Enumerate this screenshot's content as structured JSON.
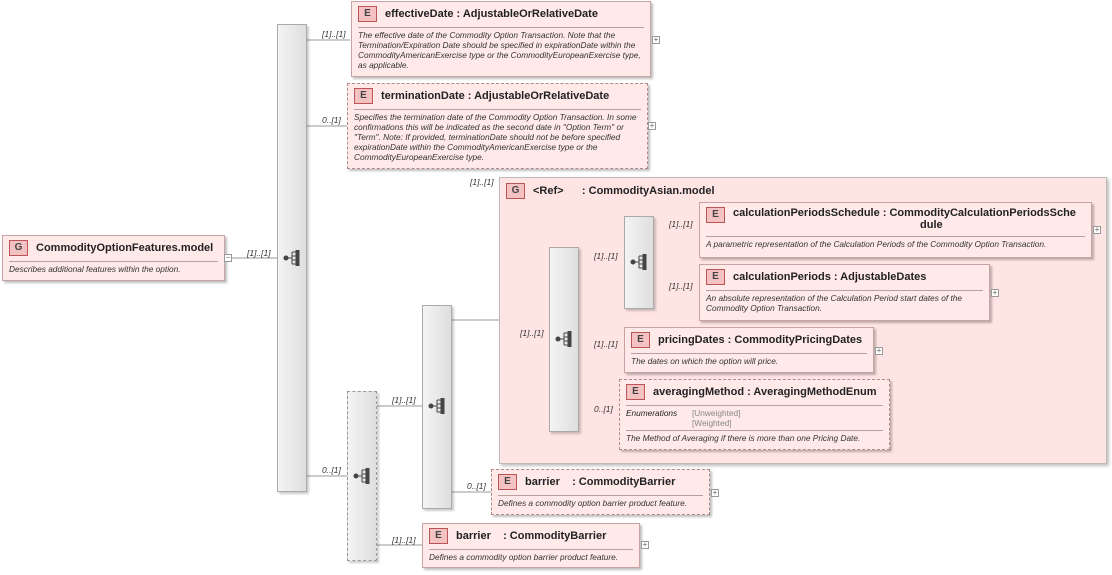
{
  "root": {
    "badge": "G",
    "title": "CommodityOptionFeatures.model",
    "doc": "Describes additional features within the option."
  },
  "elements": {
    "effective_date": {
      "badge": "E",
      "title": "effectiveDate : AdjustableOrRelativeDate",
      "doc": "The effective date of the Commodity Option Transaction. Note that the Termination/Expiration Date should be specified in expirationDate within the CommodityAmericanExercise type or the CommodityEuropeanExercise type, as applicable."
    },
    "termination_date": {
      "badge": "E",
      "title": "terminationDate : AdjustableOrRelativeDate",
      "doc": "Specifies the termination date of the Commodity Option Transaction. In some confirmations this will be indicated as the second date in \"Option Term\" or \"Term\". Note: If provided, terminationDate should not be before specified expirationDate within the CommodityAmericanExercise type or the CommodityEuropeanExercise type."
    },
    "commodity_asian": {
      "badge": "G",
      "title": "<Ref>      : CommodityAsian.model"
    },
    "calc_periods_schedule": {
      "badge": "E",
      "title": "calculationPeriodsSchedule : CommodityCalculationPeriodsSche",
      "title2": "dule",
      "doc": "A parametric representation of the Calculation Periods of the Commodity Option Transaction."
    },
    "calc_periods": {
      "badge": "E",
      "title": "calculationPeriods : AdjustableDates",
      "doc": "An absolute representation of the Calculation Period start dates of the Commodity Option Transaction."
    },
    "pricing_dates": {
      "badge": "E",
      "title": "pricingDates : CommodityPricingDates",
      "doc": "The dates on which the option will price."
    },
    "averaging_method": {
      "badge": "E",
      "title": "averagingMethod : AveragingMethodEnum",
      "enum_label": "Enumerations",
      "enum_values": [
        "[Unweighted]",
        "[Weighted]"
      ],
      "doc": "The Method of Averaging if there is more than one Pricing Date."
    },
    "barrier_inner": {
      "badge": "E",
      "title": "barrier    : CommodityBarrier",
      "doc": "Defines a commodity option barrier product feature."
    },
    "barrier_outer": {
      "badge": "E",
      "title": "barrier    : CommodityBarrier",
      "doc": "Defines a commodity option barrier product feature."
    }
  },
  "cardinalities": {
    "root": "[1]..[1]",
    "effective_date": "[1]..[1]",
    "termination_date": "0..[1]",
    "commodity_asian": "[1]..[1]",
    "choice_seq": "0..[1]",
    "inner_seq": "[1]..[1]",
    "asian_seq": "[1]..[1]",
    "calc_periods_schedule": "[1]..[1]",
    "calc_periods": "[1]..[1]",
    "calc_choice": "[1]..[1]",
    "pricing_dates": "[1]..[1]",
    "averaging_method": "0..[1]",
    "barrier_inner": "0..[1]",
    "barrier_outer": "[1]..[1]"
  },
  "colors": {
    "element_fill": "#ffe9e9",
    "badge_fill": "#f4c2c2",
    "connector": "#9a9a9a"
  }
}
